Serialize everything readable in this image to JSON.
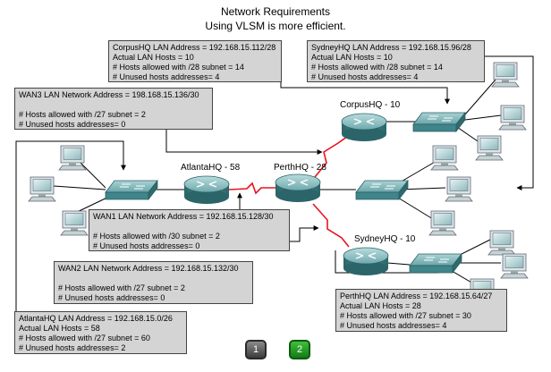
{
  "title": "Network Requirements",
  "subtitle": "Using VLSM is more efficient.",
  "routers": {
    "corpus": "CorpusHQ - 10",
    "atlanta": "AtlantaHQ - 58",
    "perth": "PerthHQ - 28",
    "sydney": "SydneyHQ - 10"
  },
  "boxes": {
    "corpus_lan": [
      "CorpusHQ LAN Address = 192.168.15.112/28",
      "Actual LAN Hosts = 10",
      "# Hosts allowed with /28 subnet = 14",
      "# Unused hosts addresses= 4"
    ],
    "sydney_lan": [
      "SydneyHQ LAN Address = 192.168.15.96/28",
      "Actual LAN Hosts = 10",
      "# Hosts allowed with /28 subnet = 14",
      "# Unused hosts addresses= 4"
    ],
    "wan3": [
      "WAN3 LAN Network Address = 198.168.15.136/30",
      "",
      "# Hosts allowed with /27 subnet = 2",
      "# Unused hosts addresses= 0"
    ],
    "wan1": [
      "WAN1 LAN Network Address = 192.168.15.128/30",
      "",
      "# Hosts allowed with /30 subnet = 2",
      "# Unused hosts addresses= 0"
    ],
    "wan2": [
      "WAN2 LAN Network Address = 192.168.15.132/30",
      "",
      "# Hosts allowed with /27 subnet = 2",
      "# Unused hosts addresses= 0"
    ],
    "perth_lan": [
      "PerthHQ LAN Address = 192.168.15.64/27",
      "Actual LAN Hosts = 28",
      "# Hosts allowed with /27 subnet = 30",
      "# Unused hosts addresses= 4"
    ],
    "atlanta_lan": [
      "AtlantaHQ LAN Address = 192.168.15.0/26",
      "Actual LAN Hosts = 58",
      "# Hosts allowed with /27 subnet = 60",
      "# Unused hosts addresses= 2"
    ]
  },
  "buttons": {
    "step1": "1",
    "step2": "2"
  },
  "colors": {
    "box_bg": "#d4d4d4",
    "wan_link": "#e8141e",
    "router": "#3c7e84",
    "switch": "#3f8589",
    "active_button": "#2aa02a"
  }
}
